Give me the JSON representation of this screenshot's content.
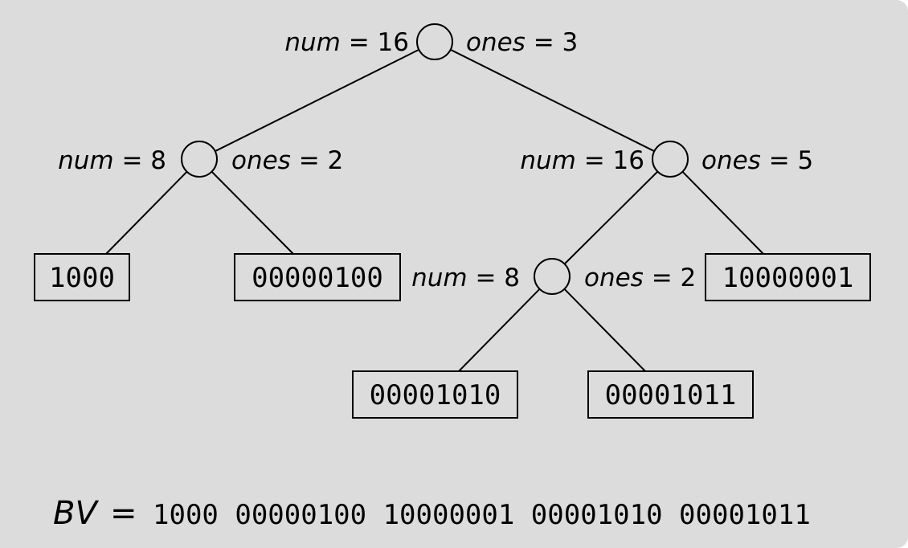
{
  "tree": {
    "internal_nodes": [
      {
        "id": "root",
        "num_label": "num",
        "num_value": "16",
        "ones_label": "ones",
        "ones_value": "3"
      },
      {
        "id": "left",
        "num_label": "num",
        "num_value": "8",
        "ones_label": "ones",
        "ones_value": "2"
      },
      {
        "id": "right",
        "num_label": "num",
        "num_value": "16",
        "ones_label": "ones",
        "ones_value": "5"
      },
      {
        "id": "right-left",
        "num_label": "num",
        "num_value": "8",
        "ones_label": "ones",
        "ones_value": "2"
      }
    ],
    "leaves": [
      {
        "id": "leaf-1",
        "bits": "1000"
      },
      {
        "id": "leaf-2",
        "bits": "00000100"
      },
      {
        "id": "leaf-3",
        "bits": "10000001"
      },
      {
        "id": "leaf-4",
        "bits": "00001010"
      },
      {
        "id": "leaf-5",
        "bits": "00001011"
      }
    ],
    "edges": [
      [
        "root",
        "left"
      ],
      [
        "root",
        "right"
      ],
      [
        "left",
        "leaf-1"
      ],
      [
        "left",
        "leaf-2"
      ],
      [
        "right",
        "right-left"
      ],
      [
        "right",
        "leaf-3"
      ],
      [
        "right-left",
        "leaf-4"
      ],
      [
        "right-left",
        "leaf-5"
      ]
    ]
  },
  "bitvector": {
    "label": "BV",
    "eq": "=",
    "bits": "1000 00000100 10000001 00001010 00001011"
  },
  "symbols": {
    "equals": "="
  }
}
